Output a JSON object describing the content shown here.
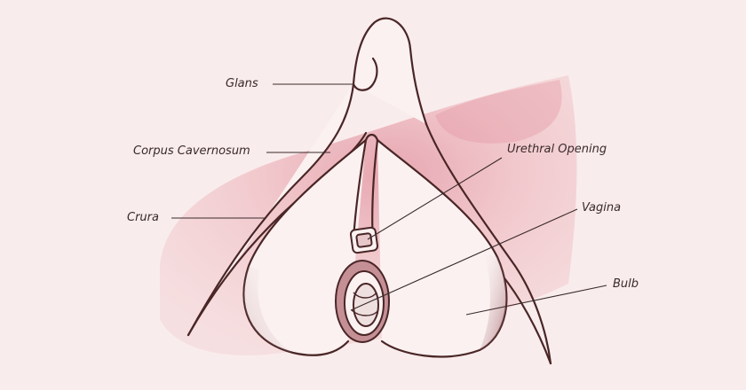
{
  "labels": {
    "glans": "Glans",
    "corpus_cavernosum": "Corpus Cavernosum",
    "crura": "Crura",
    "urethral_opening": "Urethral Opening",
    "vagina": "Vagina",
    "bulb": "Bulb"
  },
  "colors": {
    "background": "#f9ecec",
    "wash": "#f1c9cc",
    "wash_dark": "#e9a9b1",
    "outline": "#4a2626",
    "label_text": "#3a2a2a",
    "shading": "#8a4f55"
  }
}
